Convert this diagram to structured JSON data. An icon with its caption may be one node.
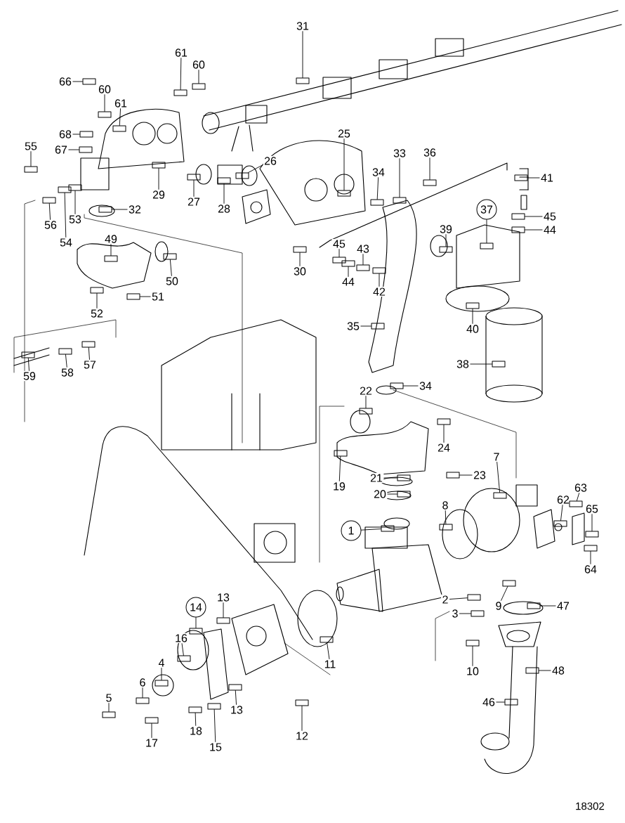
{
  "diagram": {
    "nodes": [
      {
        "text": [
          "31"
        ]
      },
      {
        "text": [
          "61"
        ]
      },
      {
        "text": [
          "60"
        ]
      },
      {
        "text": [
          "66"
        ]
      },
      {
        "text": [
          "60"
        ]
      },
      {
        "text": [
          "61"
        ]
      },
      {
        "text": [
          "68"
        ]
      },
      {
        "text": [
          "67"
        ]
      },
      {
        "text": [
          "55"
        ]
      },
      {
        "text": [
          "29"
        ]
      },
      {
        "text": [
          "27"
        ]
      },
      {
        "text": [
          "28"
        ]
      },
      {
        "text": [
          "26"
        ]
      },
      {
        "text": [
          "25"
        ]
      },
      {
        "text": [
          "32"
        ]
      },
      {
        "text": [
          "56"
        ]
      },
      {
        "text": [
          "53"
        ]
      },
      {
        "text": [
          "54"
        ]
      },
      {
        "text": [
          "49"
        ]
      },
      {
        "text": [
          "50"
        ]
      },
      {
        "text": [
          "52"
        ]
      },
      {
        "text": [
          "51"
        ]
      },
      {
        "text": [
          "30"
        ]
      },
      {
        "text": [
          "45"
        ]
      },
      {
        "text": [
          "43"
        ]
      },
      {
        "text": [
          "44"
        ]
      },
      {
        "text": [
          "42"
        ]
      },
      {
        "text": [
          "33"
        ]
      },
      {
        "text": [
          "34"
        ]
      },
      {
        "text": [
          "36"
        ]
      },
      {
        "text": [
          "41"
        ]
      },
      {
        "text": [
          "37"
        ]
      },
      {
        "text": [
          "45"
        ]
      },
      {
        "text": [
          "44"
        ]
      },
      {
        "text": [
          "39"
        ]
      },
      {
        "text": [
          "40"
        ]
      },
      {
        "text": [
          "35"
        ]
      },
      {
        "text": [
          "38"
        ]
      },
      {
        "text": [
          "34"
        ]
      },
      {
        "text": [
          "22"
        ]
      },
      {
        "text": [
          "24"
        ]
      },
      {
        "text": [
          "19"
        ]
      },
      {
        "text": [
          "21"
        ]
      },
      {
        "text": [
          "23"
        ]
      },
      {
        "text": [
          "20"
        ]
      },
      {
        "text": [
          "7"
        ]
      },
      {
        "text": [
          "8"
        ]
      },
      {
        "text": [
          "1"
        ]
      },
      {
        "text": [
          "63"
        ]
      },
      {
        "text": [
          "62"
        ]
      },
      {
        "text": [
          "65"
        ]
      },
      {
        "text": [
          "64"
        ]
      },
      {
        "text": [
          "2"
        ]
      },
      {
        "text": [
          "9"
        ]
      },
      {
        "text": [
          "47"
        ]
      },
      {
        "text": [
          "3"
        ]
      },
      {
        "text": [
          "10"
        ]
      },
      {
        "text": [
          "11"
        ]
      },
      {
        "text": [
          "13"
        ]
      },
      {
        "text": [
          "14"
        ]
      },
      {
        "text": [
          "16"
        ]
      },
      {
        "text": [
          "4"
        ]
      },
      {
        "text": [
          "6"
        ]
      },
      {
        "text": [
          "5"
        ]
      },
      {
        "text": [
          "48"
        ]
      },
      {
        "text": [
          "46"
        ]
      },
      {
        "text": [
          "13"
        ]
      },
      {
        "text": [
          "12"
        ]
      },
      {
        "text": [
          "17"
        ]
      },
      {
        "text": [
          "18"
        ]
      },
      {
        "text": [
          "15"
        ]
      },
      {
        "text": [
          "57"
        ]
      },
      {
        "text": [
          "58"
        ]
      },
      {
        "text": [
          "59"
        ]
      },
      {
        "text": [],
        "shape": "box"
      },
      {
        "text": [],
        "shape": "box"
      },
      {
        "text": [],
        "shape": "box"
      },
      {
        "text": [],
        "shape": "box"
      },
      {
        "text": [],
        "shape": "box"
      },
      {
        "text": [],
        "shape": "box"
      },
      {
        "text": [],
        "shape": "box"
      },
      {
        "text": [],
        "shape": "box"
      },
      {
        "text": [],
        "shape": "box"
      },
      {
        "text": [],
        "shape": "box"
      },
      {
        "text": [],
        "shape": "box"
      },
      {
        "text": [],
        "shape": "box"
      },
      {
        "text": [],
        "shape": "box"
      },
      {
        "text": [],
        "shape": "box"
      },
      {
        "text": [],
        "shape": "box"
      },
      {
        "text": [],
        "shape": "box"
      },
      {
        "text": [],
        "shape": "box"
      },
      {
        "text": [],
        "shape": "box"
      },
      {
        "text": [],
        "shape": "box"
      },
      {
        "text": [],
        "shape": "box"
      },
      {
        "text": [],
        "shape": "box"
      },
      {
        "text": [],
        "shape": "box"
      },
      {
        "text": [],
        "shape": "box"
      },
      {
        "text": [],
        "shape": "box"
      },
      {
        "text": [],
        "shape": "box"
      },
      {
        "text": [],
        "shape": "box"
      },
      {
        "text": [],
        "shape": "box"
      },
      {
        "text": [],
        "shape": "box"
      },
      {
        "text": [],
        "shape": "box"
      },
      {
        "text": [],
        "shape": "box"
      },
      {
        "text": [],
        "shape": "box"
      },
      {
        "text": [],
        "shape": "box"
      },
      {
        "text": [],
        "shape": "box"
      },
      {
        "text": [],
        "shape": "box"
      },
      {
        "text": [],
        "shape": "box"
      },
      {
        "text": [],
        "shape": "box"
      },
      {
        "text": [],
        "shape": "box"
      },
      {
        "text": [],
        "shape": "box"
      },
      {
        "text": [],
        "shape": "box"
      },
      {
        "text": [],
        "shape": "box"
      },
      {
        "text": [],
        "shape": "box"
      },
      {
        "text": [],
        "shape": "box"
      },
      {
        "text": [],
        "shape": "box"
      },
      {
        "text": [],
        "shape": "box"
      },
      {
        "text": [],
        "shape": "box"
      },
      {
        "text": [],
        "shape": "box"
      },
      {
        "text": [],
        "shape": "box"
      },
      {
        "text": [],
        "shape": "box"
      },
      {
        "text": [],
        "shape": "box"
      },
      {
        "text": [],
        "shape": "box"
      },
      {
        "text": [],
        "shape": "box"
      },
      {
        "text": [],
        "shape": "box"
      },
      {
        "text": [],
        "shape": "box"
      },
      {
        "text": [],
        "shape": "box"
      },
      {
        "text": [],
        "shape": "box"
      },
      {
        "text": [],
        "shape": "box"
      },
      {
        "text": [],
        "shape": "box"
      },
      {
        "text": [],
        "shape": "box"
      },
      {
        "text": [],
        "shape": "box"
      },
      {
        "text": [],
        "shape": "box"
      },
      {
        "text": [],
        "shape": "box"
      },
      {
        "text": [],
        "shape": "box"
      },
      {
        "text": [],
        "shape": "box"
      },
      {
        "text": [],
        "shape": "box"
      },
      {
        "text": [],
        "shape": "box"
      },
      {
        "text": [],
        "shape": "box"
      },
      {
        "text": [],
        "shape": "box"
      },
      {
        "text": [],
        "shape": "box"
      },
      {
        "text": [],
        "shape": "box"
      },
      {
        "text": [],
        "shape": "box"
      },
      {
        "text": [],
        "shape": "box"
      },
      {
        "text": [],
        "shape": "box"
      },
      {
        "text": [],
        "shape": "box"
      },
      {
        "text": [],
        "shape": "box"
      }
    ],
    "edges": [
      {
        "from": 0,
        "to": 74,
        "arrow": "none"
      },
      {
        "from": 1,
        "to": 75,
        "arrow": "none"
      },
      {
        "from": 2,
        "to": 76,
        "arrow": "none"
      },
      {
        "from": 3,
        "to": 77,
        "arrow": "none"
      },
      {
        "from": 4,
        "to": 78,
        "arrow": "none"
      },
      {
        "from": 5,
        "to": 79,
        "arrow": "none"
      },
      {
        "from": 6,
        "to": 80,
        "arrow": "none"
      },
      {
        "from": 7,
        "to": 81,
        "arrow": "none"
      },
      {
        "from": 8,
        "to": 82,
        "arrow": "none"
      },
      {
        "from": 9,
        "to": 83,
        "arrow": "none"
      },
      {
        "from": 10,
        "to": 84,
        "arrow": "none"
      },
      {
        "from": 11,
        "to": 85,
        "arrow": "none"
      },
      {
        "from": 12,
        "to": 86,
        "arrow": "none"
      },
      {
        "from": 13,
        "to": 87,
        "arrow": "none"
      },
      {
        "from": 14,
        "to": 88,
        "arrow": "none"
      },
      {
        "from": 15,
        "to": 89,
        "arrow": "none"
      },
      {
        "from": 16,
        "to": 90,
        "arrow": "none"
      },
      {
        "from": 17,
        "to": 91,
        "arrow": "none"
      },
      {
        "from": 18,
        "to": 92,
        "arrow": "none"
      },
      {
        "from": 19,
        "to": 93,
        "arrow": "none"
      },
      {
        "from": 20,
        "to": 94,
        "arrow": "none"
      },
      {
        "from": 21,
        "to": 95,
        "arrow": "none"
      },
      {
        "from": 22,
        "to": 96,
        "arrow": "none"
      },
      {
        "from": 23,
        "to": 97,
        "arrow": "none"
      },
      {
        "from": 24,
        "to": 98,
        "arrow": "none"
      },
      {
        "from": 25,
        "to": 99,
        "arrow": "none"
      },
      {
        "from": 26,
        "to": 100,
        "arrow": "none"
      },
      {
        "from": 27,
        "to": 101,
        "arrow": "none"
      },
      {
        "from": 28,
        "to": 102,
        "arrow": "none"
      },
      {
        "from": 29,
        "to": 103,
        "arrow": "none"
      },
      {
        "from": 30,
        "to": 104,
        "arrow": "none"
      },
      {
        "from": 31,
        "to": 105,
        "arrow": "none"
      },
      {
        "from": 32,
        "to": 106,
        "arrow": "none"
      },
      {
        "from": 33,
        "to": 107,
        "arrow": "none"
      },
      {
        "from": 34,
        "to": 108,
        "arrow": "none"
      },
      {
        "from": 35,
        "to": 109,
        "arrow": "none"
      },
      {
        "from": 36,
        "to": 110,
        "arrow": "none"
      },
      {
        "from": 37,
        "to": 111,
        "arrow": "none"
      },
      {
        "from": 38,
        "to": 112,
        "arrow": "none"
      },
      {
        "from": 39,
        "to": 113,
        "arrow": "none"
      },
      {
        "from": 40,
        "to": 114,
        "arrow": "none"
      },
      {
        "from": 41,
        "to": 115,
        "arrow": "none"
      },
      {
        "from": 42,
        "to": 116,
        "arrow": "none"
      },
      {
        "from": 43,
        "to": 117,
        "arrow": "none"
      },
      {
        "from": 44,
        "to": 118,
        "arrow": "none"
      },
      {
        "from": 45,
        "to": 119,
        "arrow": "none"
      },
      {
        "from": 46,
        "to": 120,
        "arrow": "none"
      },
      {
        "from": 47,
        "to": 121,
        "arrow": "none"
      },
      {
        "from": 48,
        "to": 122,
        "arrow": "none"
      },
      {
        "from": 49,
        "to": 123,
        "arrow": "none"
      },
      {
        "from": 50,
        "to": 124,
        "arrow": "none"
      },
      {
        "from": 51,
        "to": 125,
        "arrow": "none"
      },
      {
        "from": 52,
        "to": 126,
        "arrow": "none"
      },
      {
        "from": 53,
        "to": 127,
        "arrow": "none"
      },
      {
        "from": 54,
        "to": 128,
        "arrow": "none"
      },
      {
        "from": 55,
        "to": 129,
        "arrow": "none"
      },
      {
        "from": 56,
        "to": 130,
        "arrow": "none"
      },
      {
        "from": 57,
        "to": 131,
        "arrow": "none"
      },
      {
        "from": 58,
        "to": 132,
        "arrow": "none"
      },
      {
        "from": 59,
        "to": 133,
        "arrow": "none"
      },
      {
        "from": 60,
        "to": 134,
        "arrow": "none"
      },
      {
        "from": 61,
        "to": 135,
        "arrow": "none"
      },
      {
        "from": 62,
        "to": 136,
        "arrow": "none"
      },
      {
        "from": 63,
        "to": 137,
        "arrow": "none"
      },
      {
        "from": 64,
        "to": 138,
        "arrow": "none"
      },
      {
        "from": 65,
        "to": 139,
        "arrow": "none"
      },
      {
        "from": 66,
        "to": 140,
        "arrow": "none"
      },
      {
        "from": 67,
        "to": 141,
        "arrow": "none"
      },
      {
        "from": 68,
        "to": 142,
        "arrow": "none"
      },
      {
        "from": 69,
        "to": 143,
        "arrow": "none"
      },
      {
        "from": 70,
        "to": 144,
        "arrow": "none"
      },
      {
        "from": 71,
        "to": 145,
        "arrow": "none"
      },
      {
        "from": 72,
        "to": 146,
        "arrow": "none"
      },
      {
        "from": 73,
        "to": 147,
        "arrow": "none"
      }
    ],
    "labels": [
      "18302"
    ]
  }
}
